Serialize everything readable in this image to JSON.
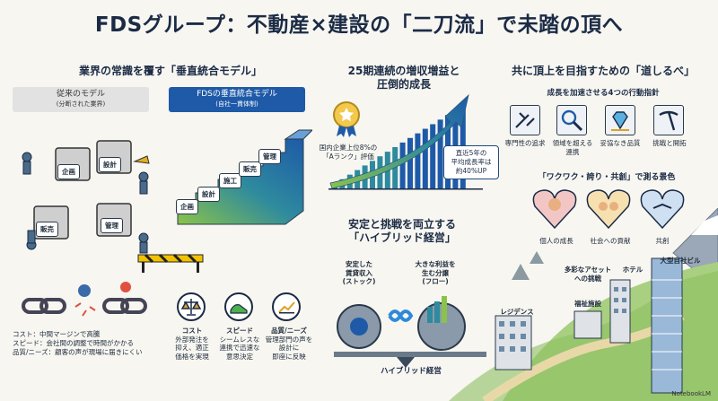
{
  "title": "FDSグループ：不動産×建設の「二刀流」で未踏の頂へ",
  "left": {
    "heading": "業界の常識を覆す「垂直統合モデル」",
    "old_model_title": "従来のモデル",
    "old_model_sub": "(分断された業界)",
    "new_model_title": "FDSの垂直統合モデル",
    "new_model_sub": "(自社一貫体制)",
    "puzzle_labels": [
      "企画",
      "設計",
      "販売",
      "管理"
    ],
    "stair_labels": [
      "企画",
      "設計",
      "施工",
      "販売",
      "管理"
    ],
    "old_problems": [
      "コスト：中間マージンで高騰",
      "スピード：会社間の調整で時間がかかる",
      "品質/ニーズ：顧客の声が現場に届きにくい"
    ],
    "benefits": [
      {
        "title": "コスト",
        "text": "外部発注を\n抑え、適正\n価格を実現"
      },
      {
        "title": "スピード",
        "text": "シームレスな\n連携で迅速な\n意思決定"
      },
      {
        "title": "品質/ニーズ",
        "text": "管理部門の声を\n設計に\n即座に反映"
      }
    ]
  },
  "middle": {
    "growth_heading": "25期連続の増収増益と\n圧倒的成長",
    "award_text": "国内企業上位8%の\n「Aランク」評価",
    "growth_note": "直近5年の\n平均成長率は\n約40%UP",
    "hybrid_heading": "安定と挑戦を両立する\n「ハイブリッド経営」",
    "stable_label": "安定した\n賃貸収入\n(ストック)",
    "growth_label": "大きな利益を\n生む分譲\n(フロー)",
    "hybrid_label": "ハイブリッド経営"
  },
  "right": {
    "heading": "共に頂上を目指すための「道しるべ」",
    "sub": "成長を加速させる4つの行動指針",
    "actions": [
      "専門性の追求",
      "領域を超える\n連携",
      "妥協なき品質",
      "挑戦と開拓"
    ],
    "scene_heading": "「ワクワク・誇り・共創」で測る景色",
    "scenes": [
      "個人の成長",
      "社会への貢献",
      "共創"
    ],
    "buildings": [
      "多彩なアセット\nへの挑戦",
      "ホテル",
      "大型自社ビル",
      "福祉施設",
      "レジデンス"
    ]
  },
  "watermark": "NotebookLM",
  "chart_data": {
    "type": "bar",
    "categories": [],
    "values": [
      1,
      2,
      3,
      4,
      5,
      6,
      7,
      8,
      9,
      10,
      11,
      12,
      13,
      14,
      15,
      16,
      17,
      18
    ],
    "title": "",
    "xlabel": "",
    "ylabel": ""
  },
  "colors": {
    "navy": "#1b2b45",
    "blue": "#1e5aa8",
    "green": "#8bc34a",
    "teal": "#2e8a9e"
  }
}
